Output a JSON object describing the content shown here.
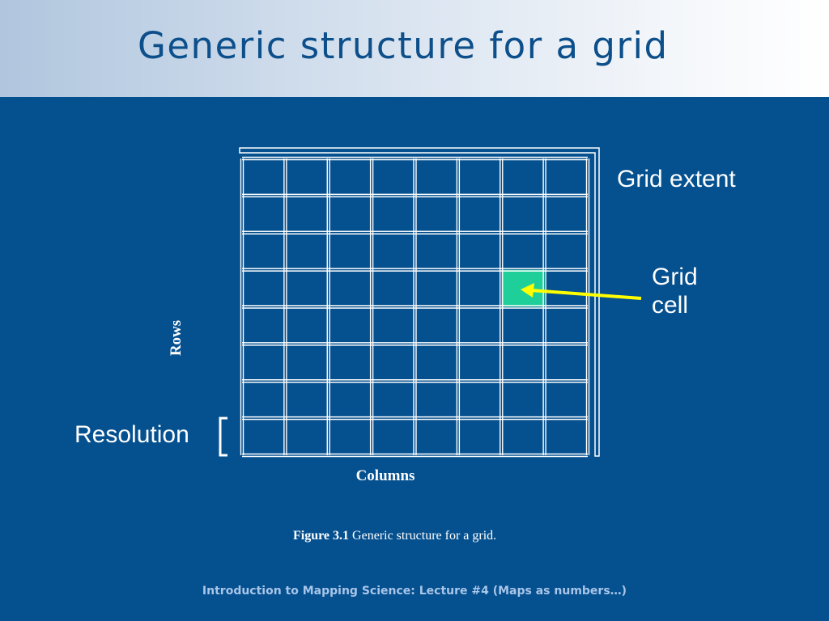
{
  "slide": {
    "title": "Generic structure for a grid",
    "footer": "Introduction to Mapping Science: Lecture #4 (Maps as numbers…)"
  },
  "figure": {
    "rows": 8,
    "columns": 8,
    "highlighted_cell": {
      "row": 4,
      "column": 7
    },
    "labels": {
      "grid_extent": "Grid extent",
      "grid_cell": "Grid\ncell",
      "resolution": "Resolution",
      "rows_axis": "Rows",
      "columns_axis": "Columns"
    },
    "caption": {
      "figure_number": "Figure 3.1",
      "text": "Generic structure for a grid."
    }
  },
  "colors": {
    "background": "#05508f",
    "title": "#0c4f8a",
    "grid_line": "#ffffff",
    "highlight_cell": "#1fcf9a",
    "arrow": "#ffff00",
    "footer_text": "#a9c6e9"
  }
}
